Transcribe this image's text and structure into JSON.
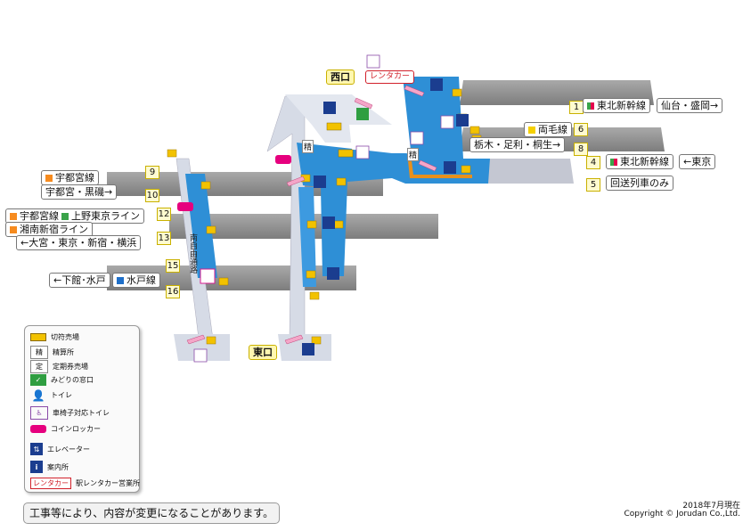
{
  "exits": {
    "west": "西口",
    "east": "東口"
  },
  "rent_a_car": "レンタカー",
  "south_passage": "南自由通路",
  "counter_label": "精",
  "lines": {
    "utsunomiya": "宇都宮線",
    "utsunomiya_dir": "宇都宮・黒磯→",
    "utsunomiya_ueno": "宇都宮線",
    "ueno_tokyo": "上野東京ライン",
    "shonan": "湘南新宿ライン",
    "shonan_dir": "←大宮・東京・新宿・横浜",
    "mito_dir": "←下館･水戸",
    "mito": "水戸線",
    "tohoku_up": "東北新幹線",
    "tohoku_up_dir": "仙台・盛岡→",
    "ryomo": "両毛線",
    "ryomo_dir": "栃木・足利・桐生→",
    "tohoku_down": "東北新幹線",
    "tohoku_down_dir": "←東京",
    "forwarding": "回送列車のみ"
  },
  "platforms": {
    "p1": "1",
    "p4": "4",
    "p5": "5",
    "p6": "6",
    "p8": "8",
    "p9": "9",
    "p10": "10",
    "p12": "12",
    "p13": "13",
    "p15": "15",
    "p16": "16"
  },
  "legend": {
    "ticket_machine": "切符売場",
    "fare_adjust": "精算所",
    "pass_office": "定期券売場",
    "midori": "みどりの窓口",
    "toilet": "トイレ",
    "accessible_toilet": "車椅子対応トイレ",
    "coin_locker": "コインロッカー",
    "elevator": "エレベーター",
    "info": "案内所",
    "rent_a_car_tag": "レンタカー",
    "rent_a_car_office": "駅レンタカー営業所",
    "fare_glyph": "精",
    "pass_glyph": "定"
  },
  "notice": "工事等により、内容が変更になることがあります。",
  "date": "2018年7月現在",
  "copyright": "Copyright © Jorudan Co.,Ltd.",
  "colors": {
    "concourse": "#2e8fd6",
    "concourse_light": "#7cc2f0",
    "platform": "#8f8f8f",
    "passage": "#d6dbe6",
    "ticket": "#f2c200",
    "utsunomiya": "#f68b1f",
    "shonan": "#f68b1f",
    "ueno": "#3aa34a",
    "tohoku": "#3aa34a",
    "tohoku_b": "#e4004f",
    "ryomo": "#f5d000",
    "mito": "#1e6fc9",
    "elevator": "#1b3d8f",
    "toilet": "#d51a8c",
    "locker": "#e6007e",
    "midori": "#2f9e41"
  }
}
